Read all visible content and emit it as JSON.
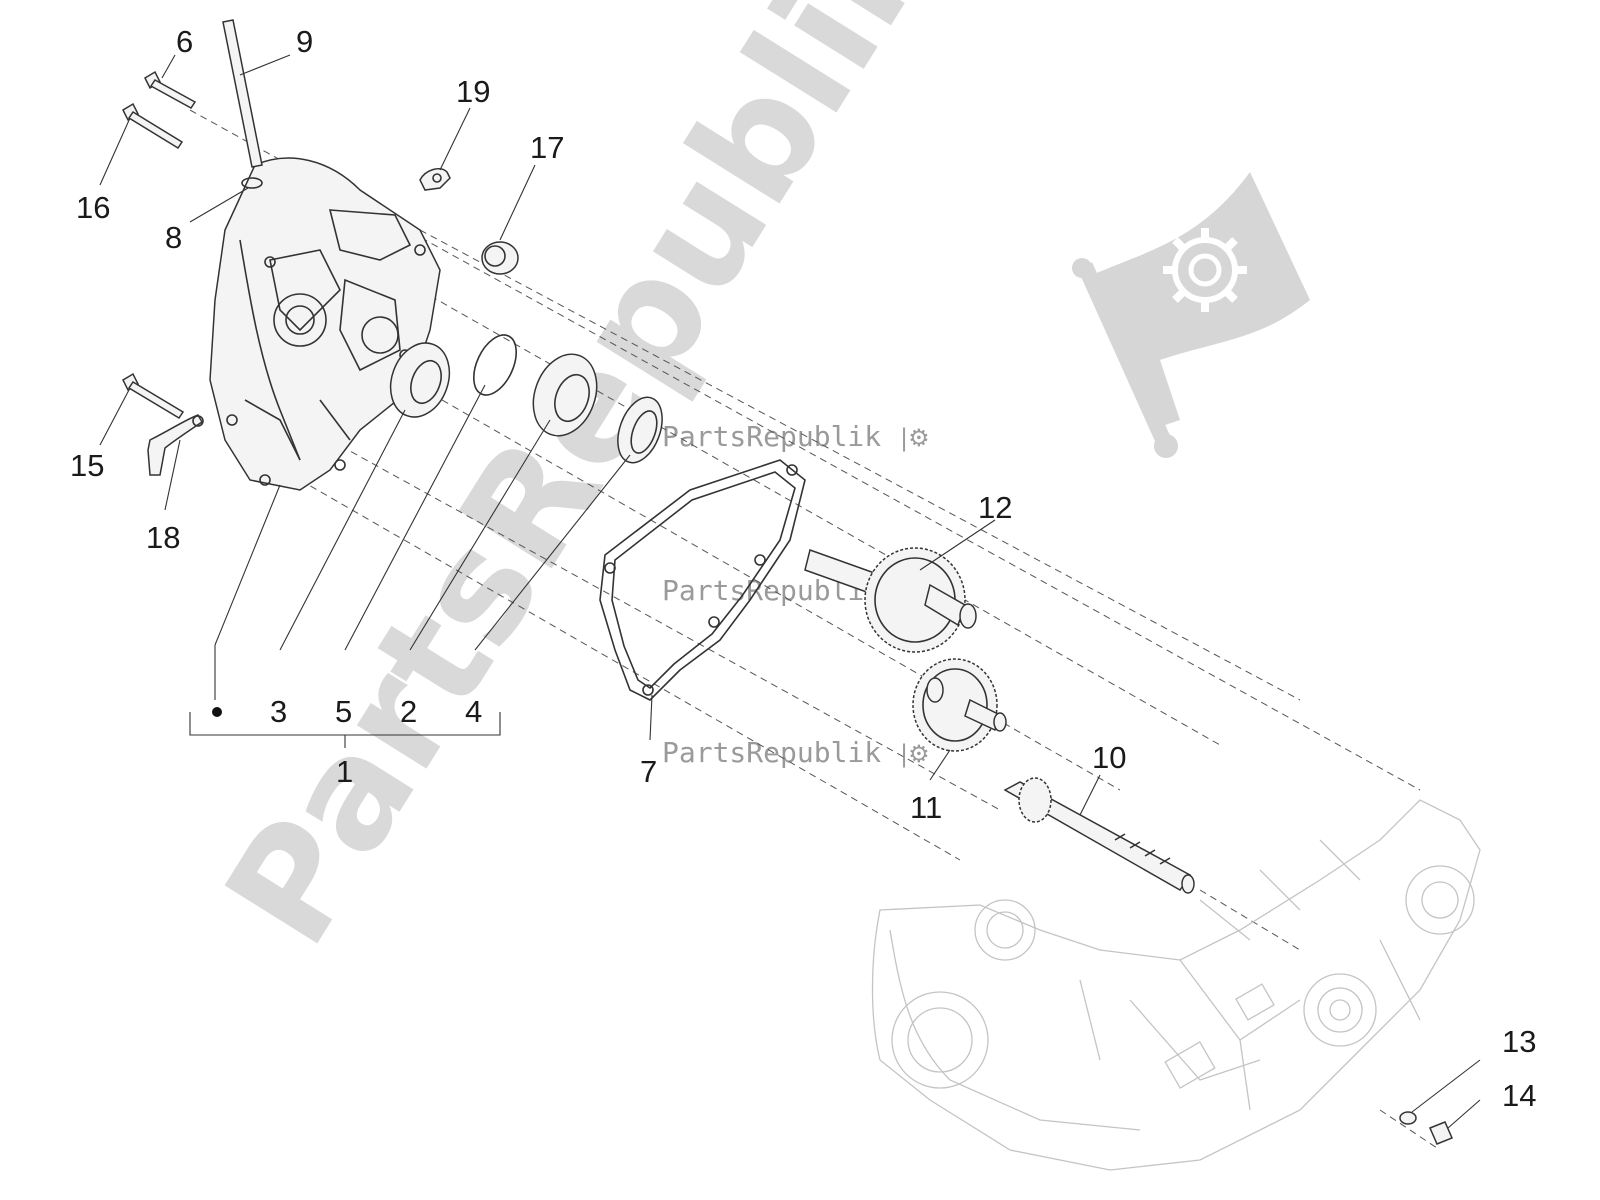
{
  "watermark": {
    "main_text": "PartsRepublik",
    "small_text": "PartsRepublik"
  },
  "callouts": {
    "c6": "6",
    "c9": "9",
    "c19": "19",
    "c17": "17",
    "c16": "16",
    "c8": "8",
    "c15": "15",
    "c18": "18",
    "c12": "12",
    "c3": "3",
    "c5": "5",
    "c2": "2",
    "c4": "4",
    "c1": "1",
    "c7": "7",
    "c10": "10",
    "c11": "11",
    "c13": "13",
    "c14": "14"
  },
  "colors": {
    "line": "#333333",
    "watermark": "#d9d9d9",
    "background": "#ffffff"
  }
}
